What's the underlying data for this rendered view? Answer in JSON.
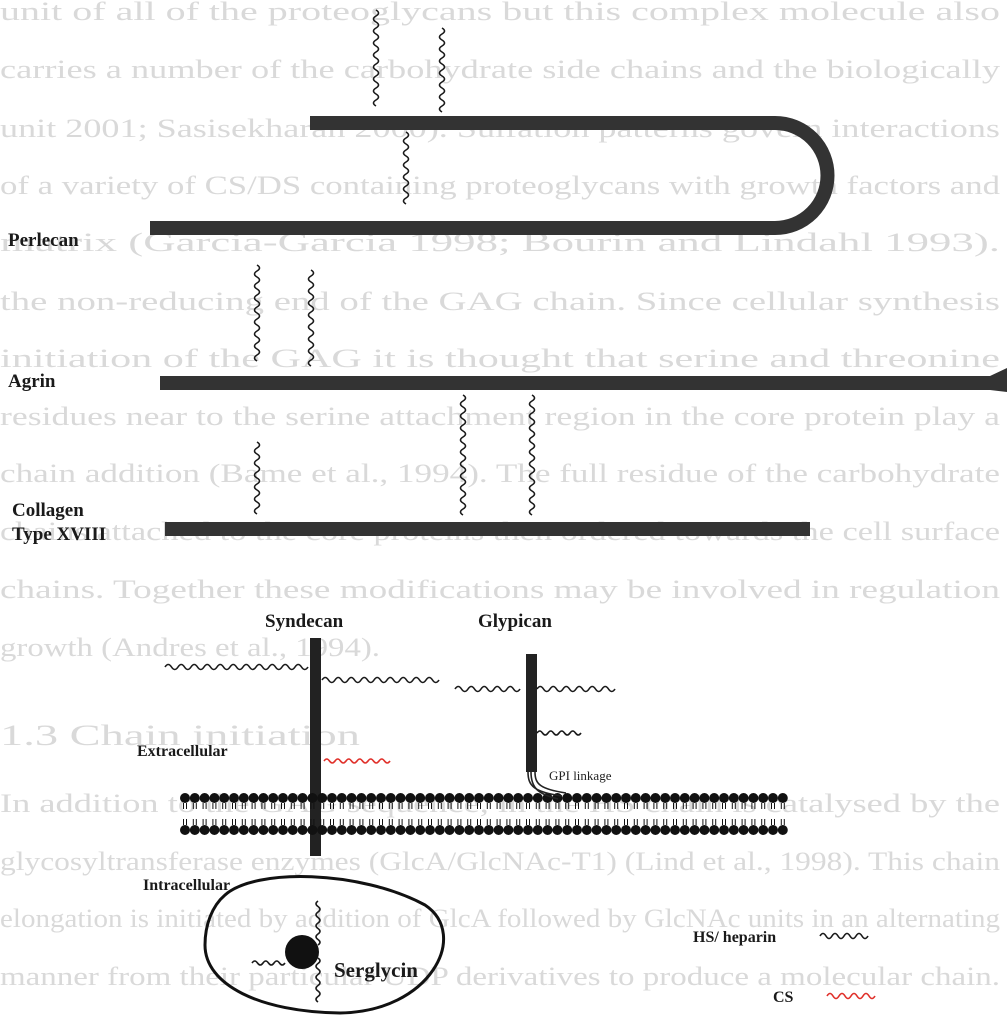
{
  "background_text": [
    "unit of all of the proteoglycans but this complex molecule also",
    "carries a number of the carbohydrate side chains and the biologically",
    "unit 2001; Sasisekharan 2000). Sulfation patterns govern interactions",
    "of a variety of CS/DS containing proteoglycans with growth factors and",
    "matrix (Garcia-Garcia 1998; Bourin and Lindahl 1993).",
    "the non-reducing end of the GAG chain. Since cellular synthesis",
    "initiation of the GAG it is thought that serine and threonine",
    "residues near to the serine attachment region in the core protein play a",
    "chain addition (Bame et al., 1994). The full residue of the carbohydrate",
    "chains attached to the core proteins then ordered towards the cell surface",
    "chains. Together these modifications may be involved in regulation",
    "growth (Andres et al., 1994).",
    "1.3  Chain initiation",
    "In addition to the GAG sequence, in the HS chain is catalysed by the",
    "glycosyltransferase enzymes (GlcA/GlcNAc-T1) (Lind et al., 1998). This chain",
    "elongation is initiated by addition of GlcA followed by GlcNAc units in an alternating",
    "manner from their particular UDP derivatives to produce a molecular chain."
  ],
  "labels": {
    "perlecan": "Perlecan",
    "agrin": "Agrin",
    "collagen_line1": "Collagen",
    "collagen_line2": "Type XVIII",
    "syndecan": "Syndecan",
    "glypican": "Glypican",
    "extracellular": "Extracellular",
    "intracellular": "Intracellular",
    "gpi_linkage": "GPI linkage",
    "serglycin": "Serglycin"
  },
  "legend": {
    "hs_label": "HS/ heparin",
    "cs_label": "CS",
    "hs_color": "#1a1a1a",
    "cs_color": "#e0302a"
  },
  "colors": {
    "core_protein": "#333333",
    "membrane_head": "#111111",
    "background_text": "#d9d9d9"
  }
}
